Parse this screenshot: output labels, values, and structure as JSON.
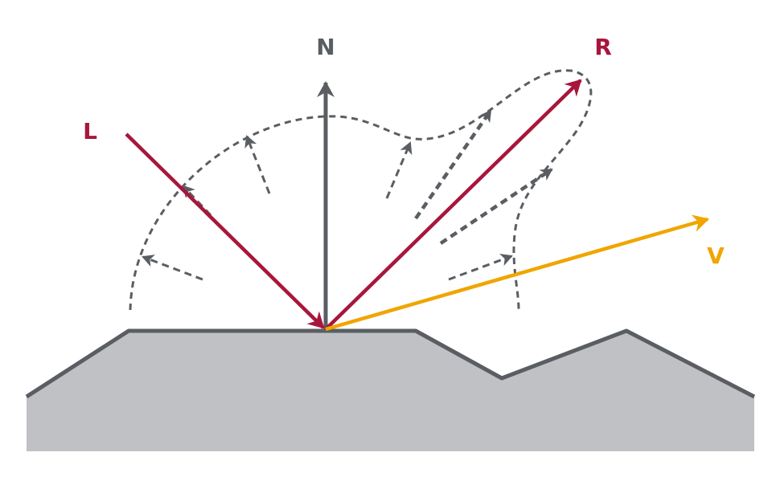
{
  "labels": {
    "normal": "N",
    "reflection": "R",
    "light": "L",
    "view": "V"
  },
  "colors": {
    "surface_fill": "#bfc1c5",
    "surface_edge": "#5a5e63",
    "normal": "#5a5e63",
    "light": "#a8163c",
    "reflection": "#a8163c",
    "view": "#f0a500",
    "lobe": "#5a5e63"
  }
}
